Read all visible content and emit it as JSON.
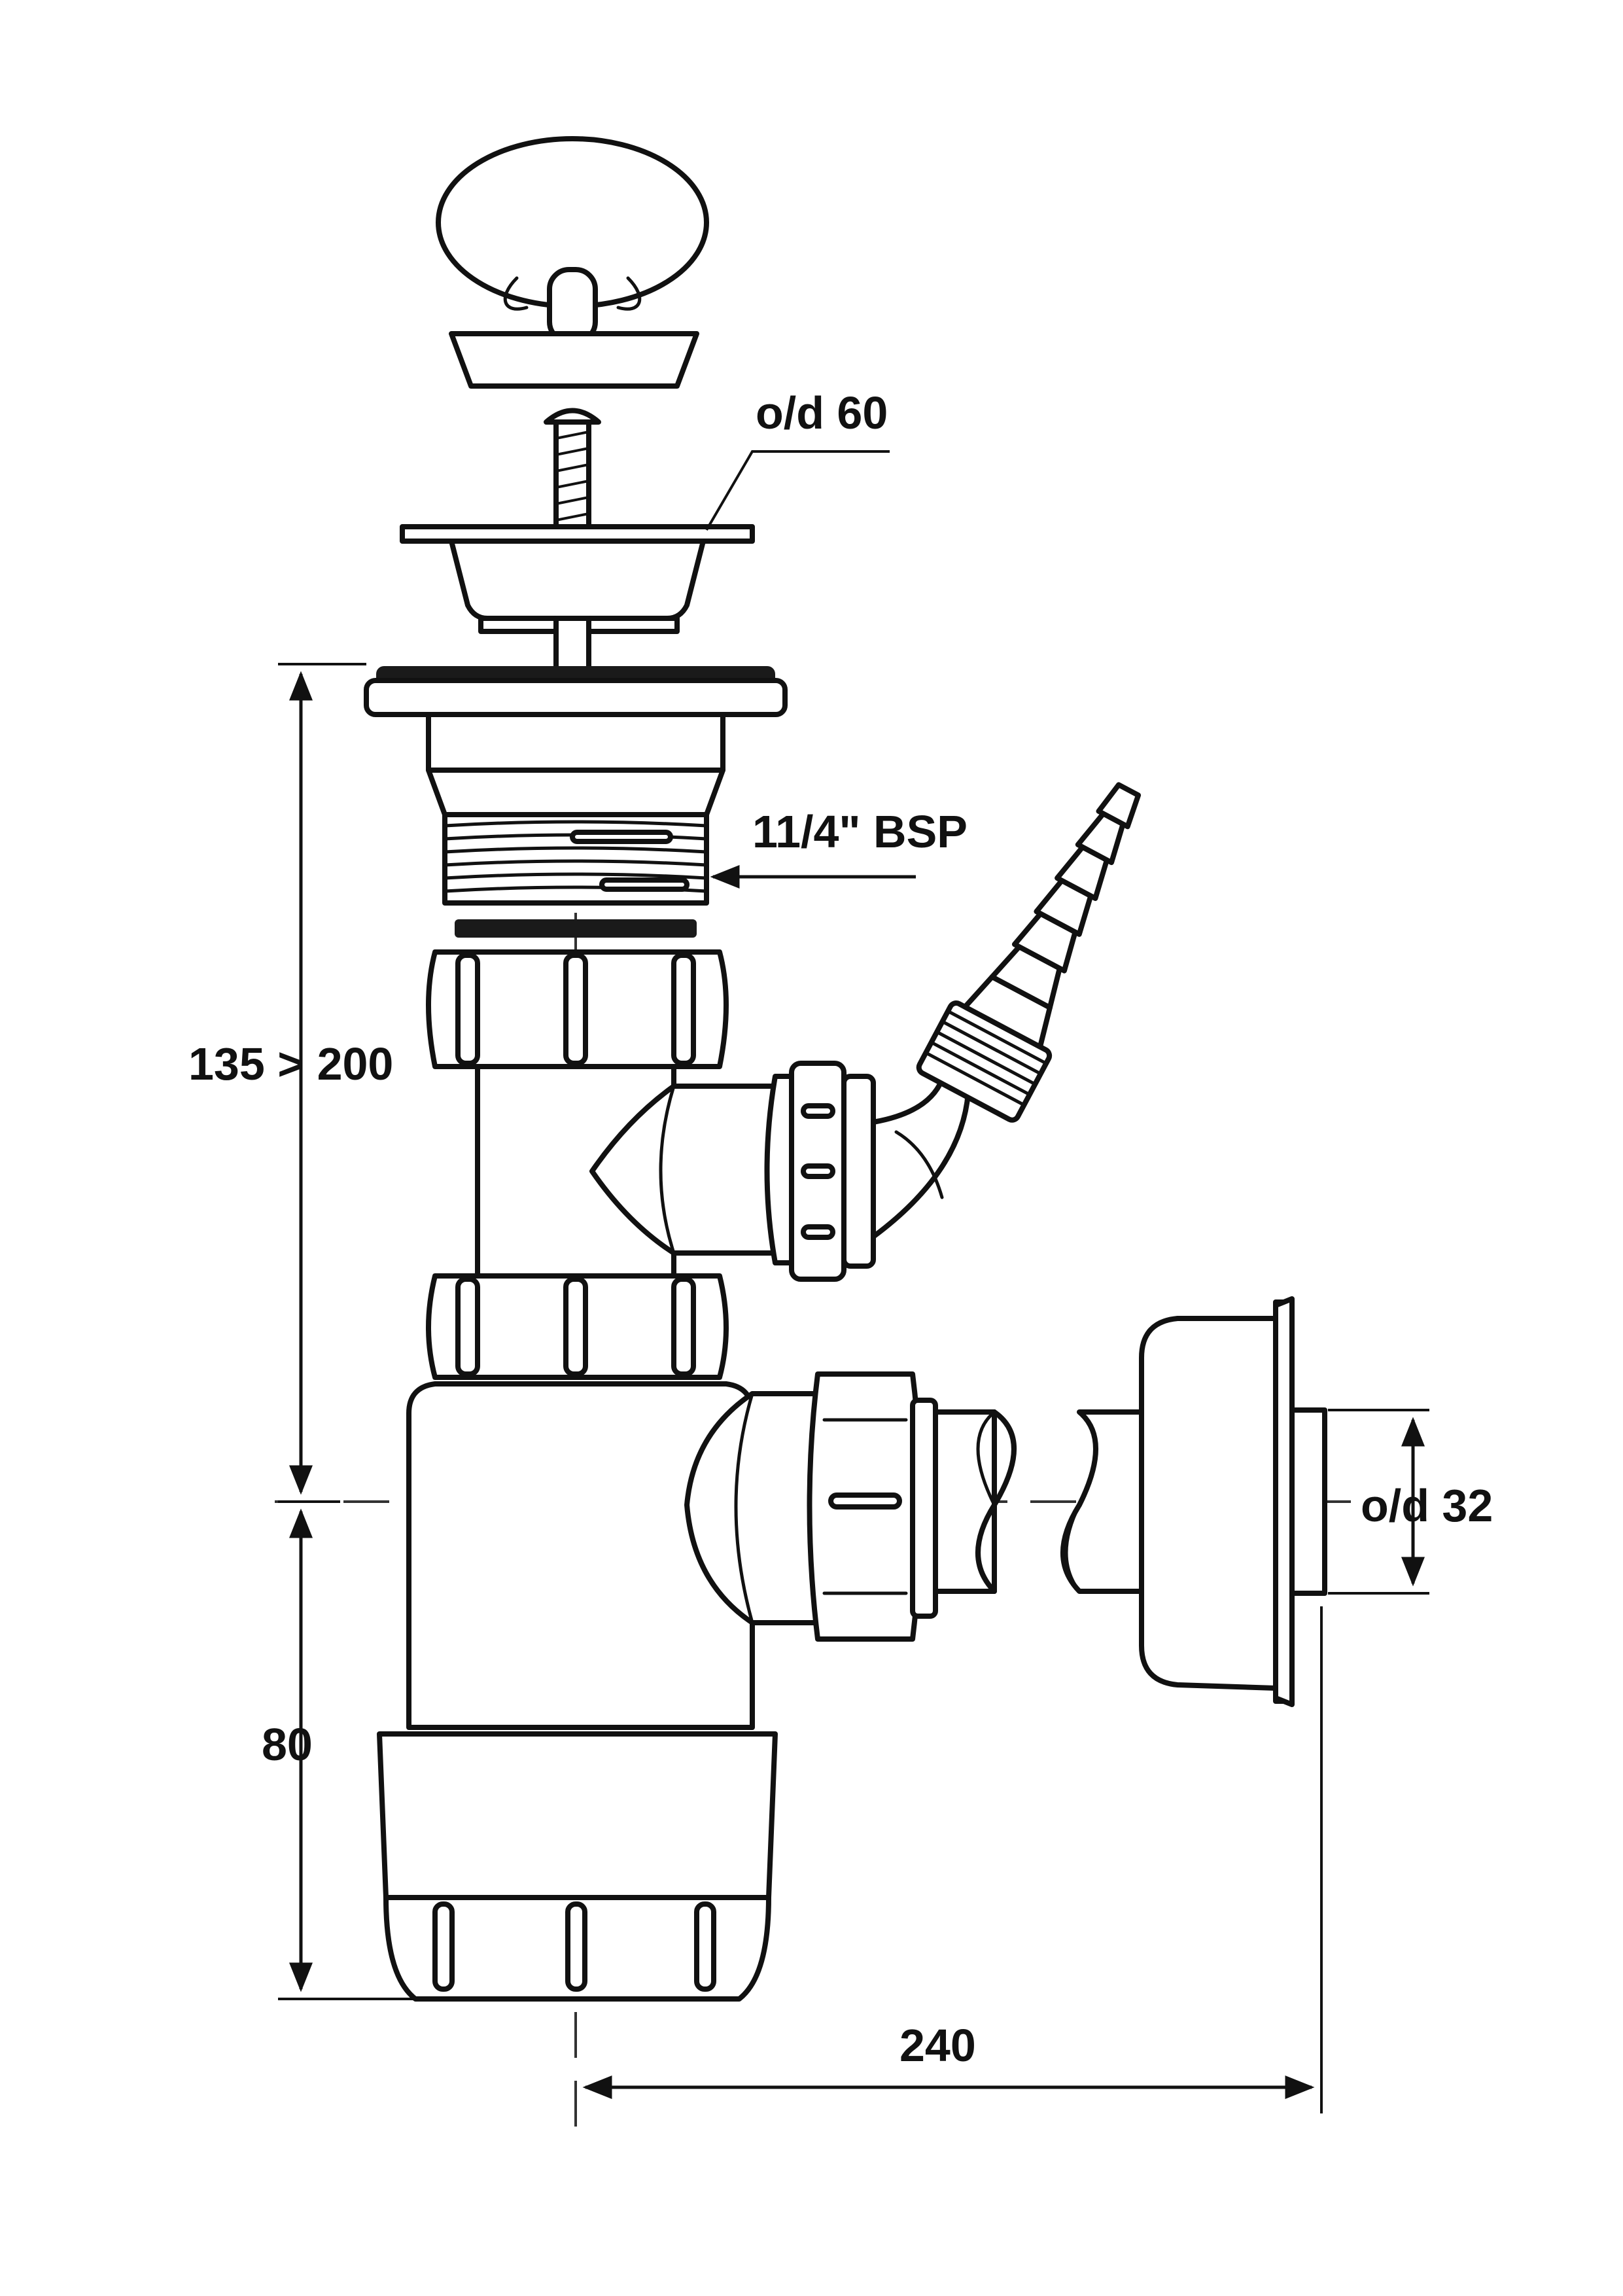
{
  "labels": {
    "stopper_flange_od": "o/d 60",
    "thread": "11/4\" BSP",
    "height_range": "135 > 200",
    "depth": "80",
    "outlet_od": "o/d 32",
    "offset": "240"
  },
  "colors": {
    "line": "#111111",
    "background": "#ffffff"
  }
}
